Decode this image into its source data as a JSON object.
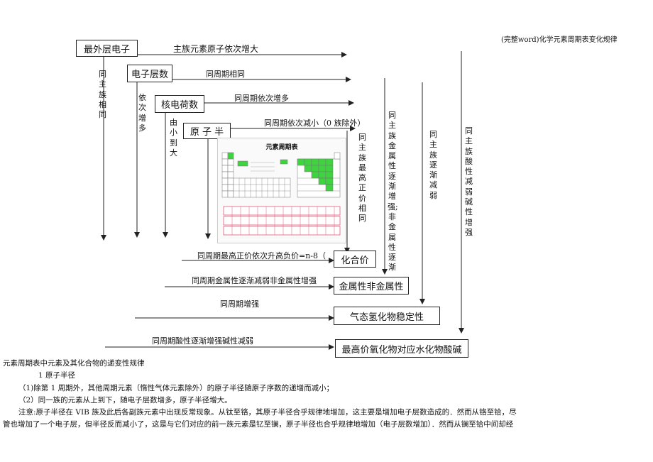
{
  "header": {
    "title": "(完整word)化学元素周期表变化规律"
  },
  "boxes": {
    "outer_electrons": "最外层电子",
    "shells": "电子层数",
    "nuclear_charge": "核电荷数",
    "radius": "原 子 半",
    "valence": "化合价",
    "metallic": "金属性非金属性",
    "hydride": "气态氢化物稳定性",
    "hydroxide": "最高价氧化物对应水化物酸碱"
  },
  "labels": {
    "row1": "主族元素原子依次增大",
    "row2": "同周期相同",
    "row3": "同周期依次增多",
    "row4": "同周期依次减小（0 族除外）",
    "valence_row": "同周期最高正价依次升高负价=n-8（",
    "metal_row": "同周期金属性逐渐减弱非金属性增强",
    "hydride_row": "同周期增强",
    "acid_row": "同周期酸性逐渐增强碱性减弱"
  },
  "vertical": {
    "v1": "同主族相同",
    "v2": "依次增多",
    "v3": "由小到大",
    "v4": "同主族最高正价相同",
    "v5": "同主族金属性逐渐增强;非金属性逐渐",
    "v6": "同主族逐渐减弱",
    "v7": "同主族酸性减弱碱性增强"
  },
  "table_image": {
    "title": "元素周期表"
  },
  "body": {
    "heading": "元素周期表中元素及其化合物的递变性规律",
    "section1": "1  原子半径",
    "item1": "（1)除第 1 周期外，其他周期元素（惰性气体元素除外）的原子半径随原子序数的递增而减小；",
    "item2": "（2）同一族的元素从上到下，随电子层数增多，原子半径增大。",
    "note1": "注意:原子半径在 VIB 族及此后各副族元素中出现反常现象。从钛至铬，其原子半径合乎规律地增加，这主要是增加电子层数造成的．然而从铬至铪，尽",
    "note2": "管也增加了一个电子层，但半径反而减小了，这是与它们对应的前一族元素是钇至镧，原子半径也合乎规律地增加（电子层数增加）．然而从镧至铪中间却经"
  },
  "colors": {
    "line": "#222222",
    "green": "#3fd43f",
    "pink": "#e05a7a"
  }
}
